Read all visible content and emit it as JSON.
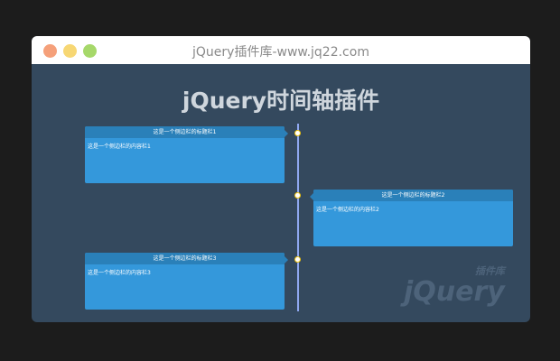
{
  "window": {
    "title": "jQuery插件库-www.jq22.com"
  },
  "page": {
    "heading": "jQuery时间轴插件"
  },
  "timeline": [
    {
      "title": "这是一个侧边栏的标题栏1",
      "content": "这是一个侧边栏的内容栏1",
      "side": "left"
    },
    {
      "title": "这是一个侧边栏的标题栏2",
      "content": "这是一个侧边栏的内容栏2",
      "side": "right"
    },
    {
      "title": "这是一个侧边栏的标题栏3",
      "content": "这是一个侧边栏的内容栏3",
      "side": "left"
    }
  ],
  "watermark": {
    "text": "jQuery",
    "sub": "插件库"
  },
  "colors": {
    "close": "#f5a07a",
    "minimize": "#f7d774",
    "maximize": "#a6d86a",
    "card": "#3498db",
    "card_header": "#2a80b9",
    "bg": "#34495e"
  }
}
